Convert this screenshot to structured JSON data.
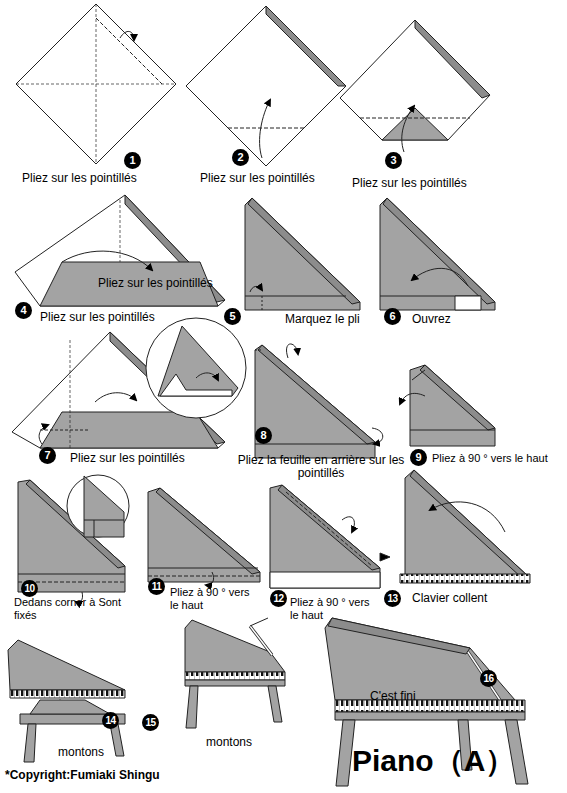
{
  "diagram": {
    "title": "Piano（A）",
    "nodes": [
      {
        "text": [
          "1"
        ]
      },
      {
        "text": [
          "2"
        ]
      },
      {
        "text": [
          "3"
        ]
      },
      {
        "text": [
          "4"
        ]
      },
      {
        "text": [
          "5"
        ]
      },
      {
        "text": [
          "6"
        ]
      },
      {
        "text": [
          "7"
        ]
      },
      {
        "text": [
          "8"
        ]
      },
      {
        "text": [
          "9"
        ]
      },
      {
        "text": [
          "10"
        ]
      },
      {
        "text": [
          "11"
        ]
      },
      {
        "text": [
          "12"
        ]
      },
      {
        "text": [
          "13"
        ]
      },
      {
        "text": [
          "14"
        ]
      },
      {
        "text": [
          "15"
        ]
      },
      {
        "text": [
          "16"
        ]
      }
    ],
    "labels": [
      "Pliez sur les pointillés",
      "Pliez sur les pointillés",
      "Pliez sur les pointillés",
      "Pliez sur les pointillés",
      "Pliez sur les pointillés",
      "Marquez le pli",
      "Ouvrez",
      "Pliez sur les pointillés",
      "Pliez la feuille en arrière sur les pointillés",
      "Pliez à 90 ° vers le haut",
      "Dedans corner à Sont fixés",
      "Pliez à 90 ° vers le haut",
      "Pliez à 90 ° vers le haut",
      "Clavier collent",
      "montons",
      "montons",
      "C'est fini",
      "*Copyright:Fumiaki Shingu"
    ]
  }
}
